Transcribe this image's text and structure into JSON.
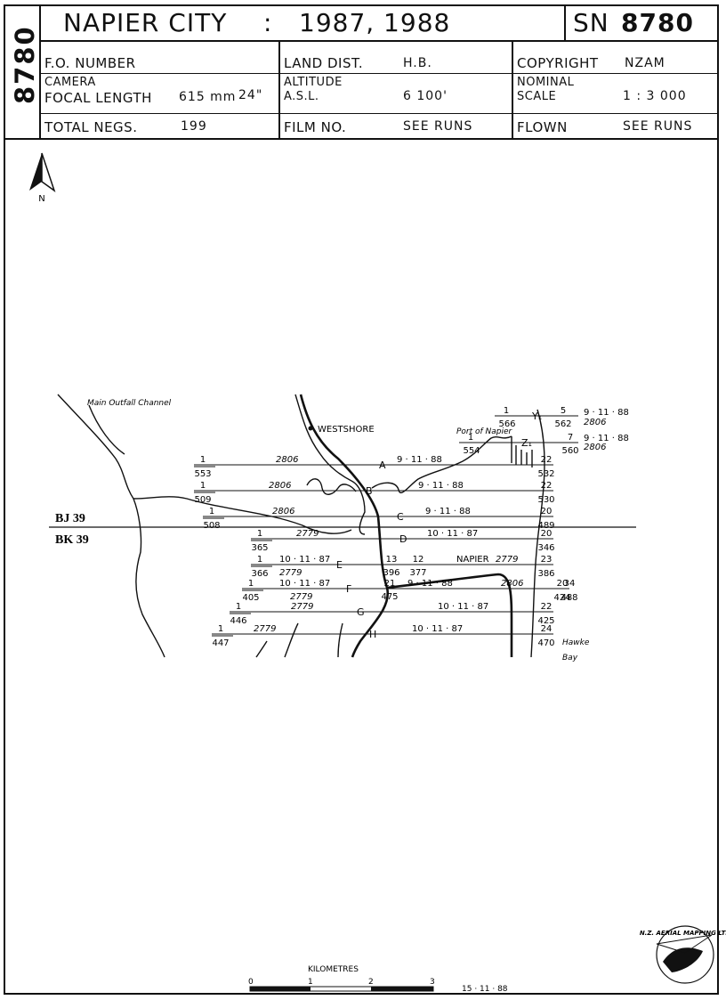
{
  "header": {
    "side_number": "8780",
    "title": "NAPIER CITY",
    "colon": ":",
    "years": "1987, 1988",
    "sn_label": "SN",
    "sn_number": "8780",
    "fo_number_label": "F.O. NUMBER",
    "land_dist_label": "LAND DIST.",
    "land_dist_value": "H.B.",
    "copyright_label": "COPYRIGHT",
    "copyright_value": "NZAM",
    "camera_label": "CAMERA",
    "focal_length_label": "FOCAL LENGTH",
    "focal_length_value": "615 mm",
    "focal_length_inches": "24\"",
    "altitude_label": "ALTITUDE",
    "asl_label": "A.S.L.",
    "altitude_value": "6 100'",
    "nominal_label": "NOMINAL",
    "scale_label": "SCALE",
    "scale_value": "1 : 3 000",
    "total_negs_label": "TOTAL NEGS.",
    "total_negs_value": "199",
    "film_no_label": "FILM NO.",
    "film_no_value": "SEE RUNS",
    "flown_label": "FLOWN",
    "flown_value": "SEE RUNS"
  },
  "map": {
    "north_label": "N",
    "place_labels": {
      "main_outfall": "Main Outfall Channel",
      "westshore": "WESTSHORE",
      "port_of_napier": "Port of Napier",
      "napier": "NAPIER",
      "hawke": "Hawke",
      "bay": "Bay"
    },
    "grid_labels": {
      "bj": "BJ 39",
      "bk": "BK 39"
    },
    "runs": [
      {
        "id": "A",
        "left_top": "1",
        "left_bottom": "553",
        "film": "2806",
        "date": "9 · 11 · 88",
        "right_top": "22",
        "right_bottom": "532"
      },
      {
        "id": "B",
        "left_top": "1",
        "left_bottom": "509",
        "film": "2806",
        "date": "9 · 11 · 88",
        "right_top": "22",
        "right_bottom": "530"
      },
      {
        "id": "C",
        "left_top": "1",
        "left_bottom": "508",
        "film": "2806",
        "date": "9 · 11 · 88",
        "right_top": "20",
        "right_bottom": "489"
      },
      {
        "id": "D",
        "left_top": "1",
        "left_bottom": "365",
        "film": "2779",
        "date": "10 · 11 · 87",
        "right_top": "20",
        "right_bottom": "346"
      },
      {
        "id": "E",
        "left_top": "1",
        "left_bottom": "366",
        "film": "2779",
        "date": "10 · 11 · 87",
        "mid_left_top": "13",
        "mid_left_bottom": "396",
        "mid_right_top": "12",
        "mid_right_bottom": "377",
        "right_top": "23",
        "right_bottom": "386"
      },
      {
        "id": "F",
        "left_top": "1",
        "left_bottom": "405",
        "film": "2779",
        "date": "10 · 11 · 87",
        "mid_top": "21",
        "mid_bottom": "475",
        "film2": "2806",
        "date2": "9 · 11 · 88",
        "right_top": "20",
        "right_bottom": "424",
        "far_top": "34",
        "far_bottom": "488"
      },
      {
        "id": "G",
        "left_top": "1",
        "left_bottom": "446",
        "film": "2779",
        "date": "10 · 11 · 87",
        "right_top": "22",
        "right_bottom": "425"
      },
      {
        "id": "H",
        "left_top": "1",
        "left_bottom": "447",
        "film": "2779",
        "date": "10 · 11 · 87",
        "right_top": "24",
        "right_bottom": "470"
      },
      {
        "id": "Y1",
        "left_top": "1",
        "left_bottom": "566",
        "right_top": "5",
        "right_bottom": "562",
        "date": "9 · 11 · 88",
        "film": "2806"
      },
      {
        "id": "Z1",
        "left_top": "1",
        "left_bottom": "554",
        "right_top": "7",
        "right_bottom": "560",
        "date": "9 · 11 · 88",
        "film": "2806"
      }
    ]
  },
  "footer": {
    "scale_title": "KILOMETRES",
    "tick_0": "0",
    "tick_1": "1",
    "tick_2": "2",
    "tick_3": "3",
    "print_date": "15 · 11 · 88",
    "logo_text": "N.Z. AERIAL MAPPING LTD"
  }
}
